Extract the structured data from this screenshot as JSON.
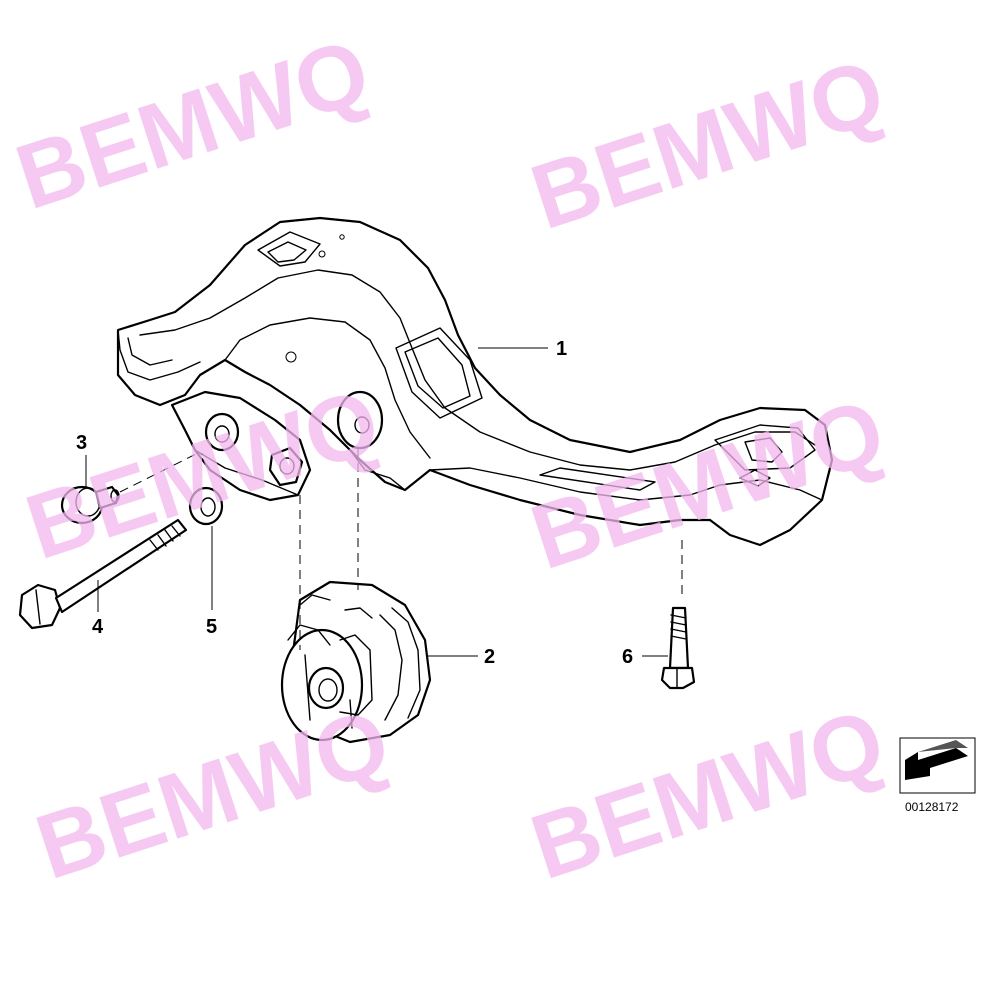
{
  "callouts": [
    {
      "id": "1",
      "label": "1"
    },
    {
      "id": "2",
      "label": "2"
    },
    {
      "id": "3",
      "label": "3"
    },
    {
      "id": "4",
      "label": "4"
    },
    {
      "id": "5",
      "label": "5"
    },
    {
      "id": "6",
      "label": "6"
    }
  ],
  "reference_number": "00128172",
  "watermark_text": "BEMWQ",
  "colors": {
    "line": "#000000",
    "background": "#ffffff",
    "watermark": "#f3b8f0"
  }
}
